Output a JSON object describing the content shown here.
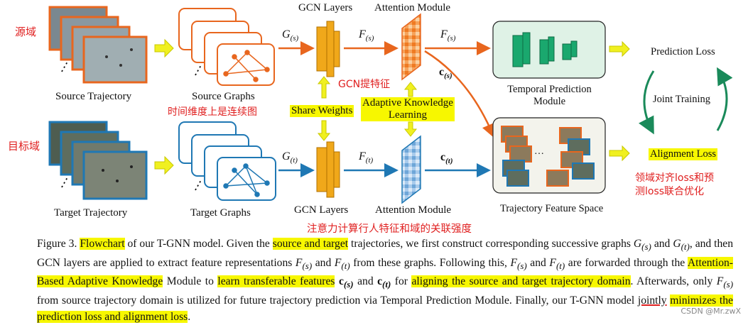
{
  "labels": {
    "source_domain": "源域",
    "target_domain": "目标域",
    "source_trajectory": "Source Trajectory",
    "target_trajectory": "Target Trajectory",
    "source_graphs": "Source Graphs",
    "target_graphs": "Target Graphs",
    "continuous_graph_note": "时间维度上是连续图",
    "gcn_layers_top": "GCN Layers",
    "gcn_layers_bottom": "GCN Layers",
    "attention_top": "Attention Module",
    "attention_bottom": "Attention Module",
    "gcn_feature_note": "GCN提特征",
    "share_weights": "Share Weights",
    "adaptive_knowledge_1": "Adaptive Knowledge",
    "adaptive_knowledge_2": "Learning",
    "temporal_pred_1": "Temporal Prediction",
    "temporal_pred_2": "Module",
    "traj_feature_space": "Trajectory Feature Space",
    "prediction_loss": "Prediction Loss",
    "joint_training": "Joint Training",
    "alignment_loss": "Alignment Loss",
    "loss_note_1": "领域对齐loss和预",
    "loss_note_2": "测loss联合优化",
    "attention_note": "注意力计算行人特征和域的关联强度",
    "g_s": "G",
    "sub_s": "(s)",
    "g_t": "G",
    "sub_t": "(t)",
    "f_s": "F",
    "f_t": "F",
    "c_s": "c",
    "c_t": "c",
    "ellipsis": "…"
  },
  "caption": {
    "p1": "Figure 3. ",
    "h1": "Flowchart",
    "p2": " of our T-GNN model. Given the ",
    "h2": "source and target",
    "p3": " trajectories, we first construct corresponding successive graphs ",
    "p4": " and ",
    "p5": ", and then GCN layers are applied to extract feature representations ",
    "p6": " and ",
    "p7": " from these graphs. Following this, ",
    "p8": " and ",
    "p9": " are forwarded through the ",
    "h3": "Attention-Based Adaptive Knowledge",
    "p10": " Module to ",
    "h4": "learn transferable features",
    "p11": " ",
    "p12": " and ",
    "p13": " for ",
    "h5": "aligning the source and target trajectory domain",
    "p14": ". Afterwards, only ",
    "p15": " from source trajectory domain is utilized for future trajectory prediction via Temporal Prediction Module. Finally, our T-GNN model ",
    "u1": "jointly",
    "p16": " ",
    "h6": "minimizes the prediction loss and alignment loss",
    "p17": "."
  },
  "watermark": "CSDN @Mr.zwX",
  "colors": {
    "orange": "#e8661e",
    "blue": "#1f78b4",
    "yellow_arrow": "#f0f020",
    "gcn_fill": "#f0a81a",
    "green_box": "#dff2e6",
    "green_block": "#1aa86e",
    "highlight": "#f7f700",
    "red_note": "#e02020"
  }
}
